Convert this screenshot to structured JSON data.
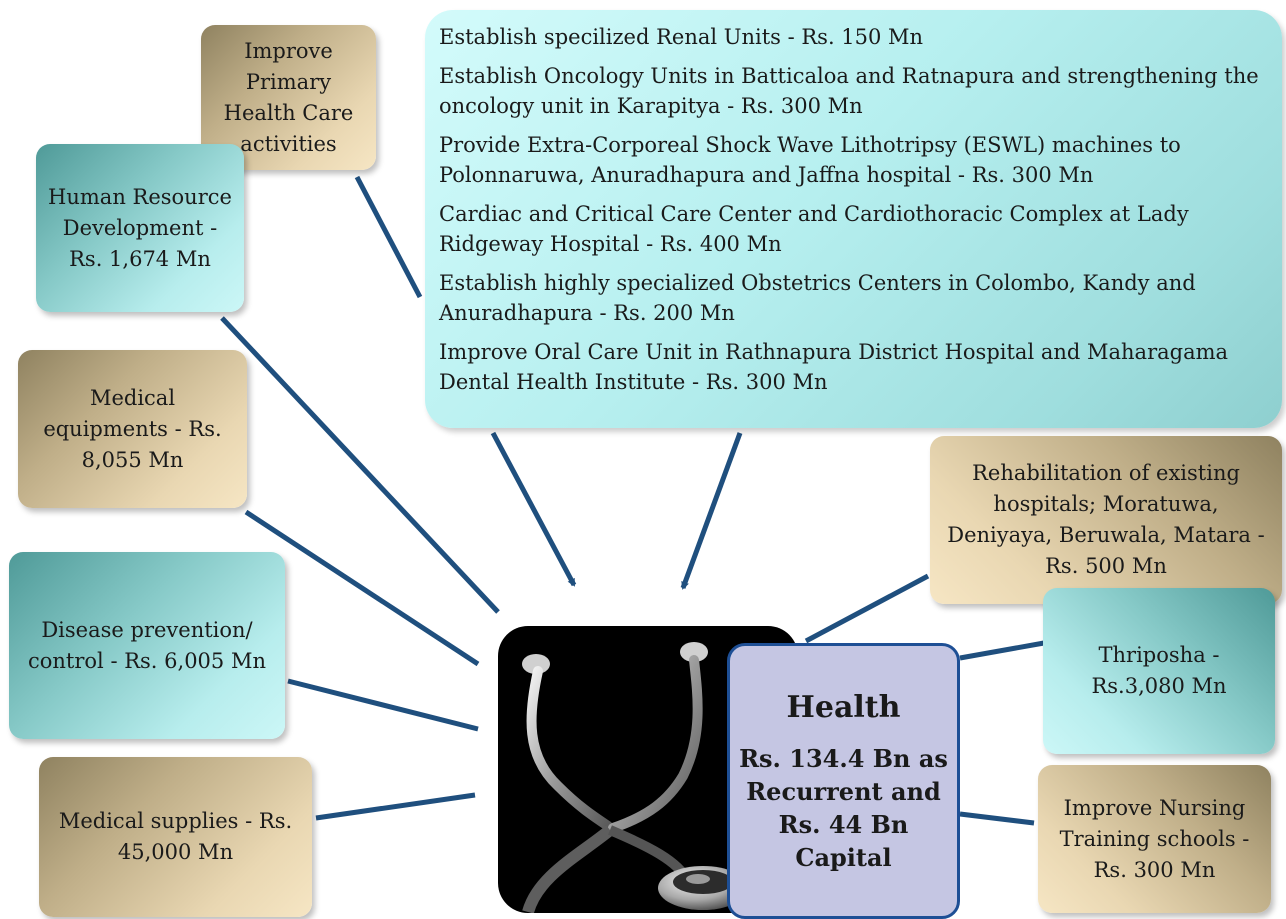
{
  "center": {
    "title": "Health",
    "subtitle": "Rs. 134.4 Bn as Recurrent and Rs. 44 Bn Capital"
  },
  "projects": [
    "Establish specilized Renal Units - Rs. 150 Mn",
    "Establish Oncology Units in Batticaloa and Ratnapura and strengthening the oncology unit in Karapitya - Rs. 300 Mn",
    "Provide Extra-Corporeal Shock Wave Lithotripsy (ESWL) machines to Polonnaruwa, Anuradhapura and Jaffna hospital - Rs. 300 Mn",
    "Cardiac and Critical Care Center and Cardiothoracic Complex at Lady Ridgeway Hospital -  Rs. 400 Mn",
    "Establish highly specialized Obstetrics Centers in Colombo, Kandy and Anuradhapura - Rs. 200 Mn",
    "Improve Oral Care Unit in Rathnapura District Hospital and Maharagama Dental Health Institute - Rs. 300 Mn"
  ],
  "nodes": {
    "primary_health": "Improve Primary Health Care activities",
    "hrd": "Human Resource Development - Rs. 1,674 Mn",
    "equipment": "Medical equipments - Rs. 8,055 Mn",
    "disease": "Disease prevention/ control - Rs. 6,005 Mn",
    "supplies": "Medical supplies - Rs. 45,000 Mn",
    "rehab": "Rehabilitation of existing hospitals; Moratuwa, Deniyaya, Beruwala, Matara - Rs. 500 Mn",
    "thriposha": "Thriposha - Rs.3,080 Mn",
    "nursing": "Improve Nursing Training schools - Rs. 300 Mn"
  },
  "icons": [
    "stethoscope-image"
  ],
  "colors": {
    "tan": "#e9d7b2",
    "teal": "#b7eded",
    "center_fill": "#c5c6e3",
    "center_border": "#1e4f95",
    "connector": "#1f4f7e"
  }
}
